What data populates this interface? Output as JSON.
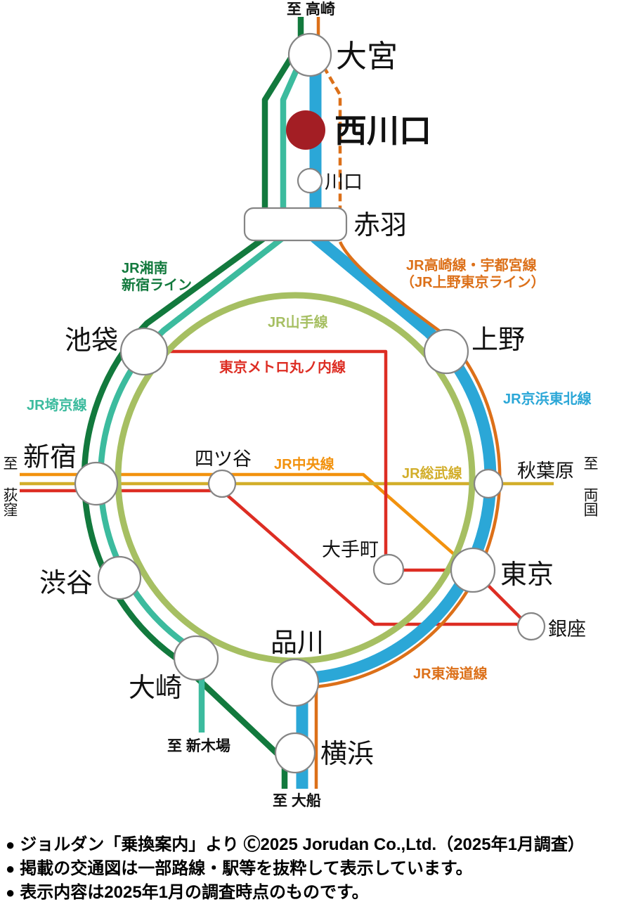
{
  "lines": {
    "shonan_shinjuku": {
      "label_line1": "JR湘南",
      "label_line2": "新宿ライン",
      "color": "#12793d"
    },
    "saikyo": {
      "label": "JR埼京線",
      "color": "#3cbb9e"
    },
    "yamanote": {
      "label": "JR山手線",
      "color": "#a6bf62"
    },
    "keihin_tohoku": {
      "label": "JR京浜東北線",
      "color": "#2ba7d7"
    },
    "takasaki_utsunomiya": {
      "label_line1": "JR高崎線・宇都宮線",
      "label_line2": "（JR上野東京ライン）",
      "color": "#dc7019"
    },
    "tokaido": {
      "label": "JR東海道線",
      "color": "#dc7019"
    },
    "chuo": {
      "label": "JR中央線",
      "color": "#f2920e"
    },
    "sobu": {
      "label": "JR総武線",
      "color": "#d2ae2b"
    },
    "marunouchi": {
      "label": "東京メトロ丸ノ内線",
      "color": "#dd2d23"
    }
  },
  "stations": {
    "omiya": {
      "name": "大宮"
    },
    "nishi_kawaguchi": {
      "name": "西川口",
      "marker_color": "#a31e24",
      "text_color": "#9c1b20"
    },
    "kawaguchi": {
      "name": "川口"
    },
    "akabane": {
      "name": "赤羽"
    },
    "ikebukuro": {
      "name": "池袋"
    },
    "ueno": {
      "name": "上野"
    },
    "shinjuku": {
      "name": "新宿"
    },
    "yotsuya": {
      "name": "四ツ谷"
    },
    "akihabara": {
      "name": "秋葉原"
    },
    "shibuya": {
      "name": "渋谷"
    },
    "otemachi": {
      "name": "大手町"
    },
    "tokyo": {
      "name": "東京"
    },
    "ginza": {
      "name": "銀座"
    },
    "osaki": {
      "name": "大崎"
    },
    "shinagawa": {
      "name": "品川"
    },
    "yokohama": {
      "name": "横浜"
    }
  },
  "endpoints": {
    "takasaki": {
      "label": "至 高崎"
    },
    "ogikubo": {
      "label": "至 荻窪"
    },
    "ryogoku": {
      "label": "至 両国"
    },
    "shin_kiba": {
      "label": "至 新木場"
    },
    "ofuna": {
      "label": "至 大船"
    }
  },
  "footer": {
    "bullet": "●",
    "lines": [
      "ジョルダン「乗換案内」より Ⓒ2025 Jorudan Co.,Ltd.（2025年1月調査）",
      "掲載の交通図は一部路線・駅等を抜粋して表示しています。",
      "表示内容は2025年1月の調査時点のものです。"
    ]
  }
}
